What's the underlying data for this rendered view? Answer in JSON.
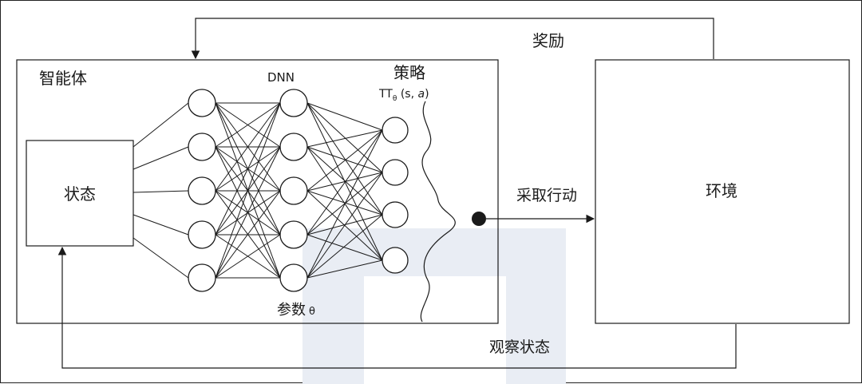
{
  "agent_label": "智能体",
  "state_label": "状态",
  "dnn_label": "DNN",
  "policy_label": "策略",
  "policy_formula": {
    "main": "TT",
    "subscript": "θ",
    "args": " (s, ",
    "action": "a",
    "close": ")"
  },
  "params_label": "参数",
  "params_symbol": "θ",
  "reward_label": "奖励",
  "action_label": "采取行动",
  "environment_label": "环境",
  "observe_label": "观察状态",
  "network": {
    "layers": [
      5,
      5,
      4
    ],
    "input_fan": 5
  },
  "colors": {
    "line": "#1a1a1a",
    "watermark": "#e9edf4",
    "background": "#ffffff"
  }
}
